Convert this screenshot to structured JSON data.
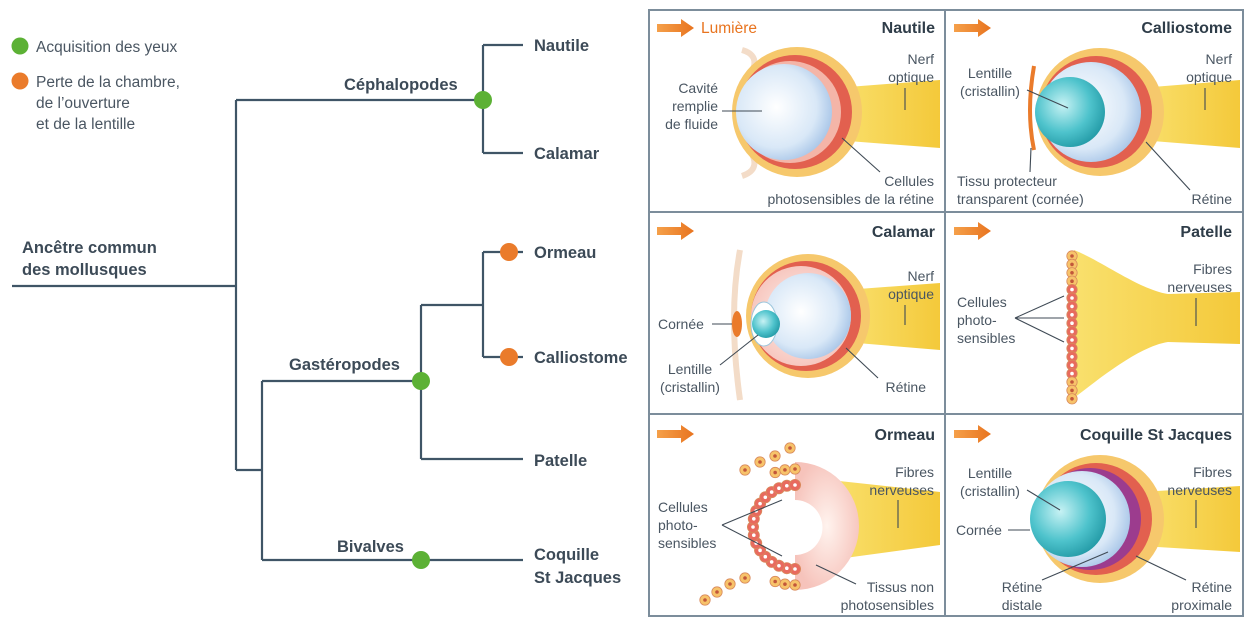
{
  "legend": {
    "acquisition": "Acquisition des yeux",
    "loss": [
      "Perte de la chambre,",
      "de l’ouverture",
      "et de la lentille"
    ]
  },
  "colors": {
    "acquisition": "#5cb135",
    "loss": "#ea7b2b",
    "branch": "#3f5566"
  },
  "tree": {
    "root": [
      "Ancêtre commun",
      "des mollusques"
    ],
    "groups": {
      "cephalopodes": "Céphalopodes",
      "gasteropodes": "Gastéropodes",
      "bivalves": "Bivalves"
    },
    "leaves": {
      "nautile": "Nautile",
      "calamar": "Calamar",
      "ormeau": "Ormeau",
      "calliostome": "Calliostome",
      "patelle": "Patelle",
      "coquille": [
        "Coquille",
        "St Jacques"
      ]
    }
  },
  "panels": {
    "nautile": {
      "title": "Nautile",
      "light": "Lumière",
      "labels": {
        "cavite": [
          "Cavité",
          "remplie",
          "de fluide"
        ],
        "nerf": [
          "Nerf",
          "optique"
        ],
        "cellules": [
          "Cellules",
          "photosensibles de la rétine"
        ]
      }
    },
    "calliostome": {
      "title": "Calliostome",
      "labels": {
        "lentille": [
          "Lentille",
          "(cristallin)"
        ],
        "nerf": [
          "Nerf",
          "optique"
        ],
        "tissu": [
          "Tissu protecteur",
          "transparent (cornée)"
        ],
        "retine": "Rétine"
      }
    },
    "calamar": {
      "title": "Calamar",
      "labels": {
        "nerf": [
          "Nerf",
          "optique"
        ],
        "cornee": "Cornée",
        "lentille": [
          "Lentille",
          "(cristallin)"
        ],
        "retine": "Rétine"
      }
    },
    "patelle": {
      "title": "Patelle",
      "labels": {
        "fibres": [
          "Fibres",
          "nerveuses"
        ],
        "cellules": [
          "Cellules",
          "photo-",
          "sensibles"
        ]
      }
    },
    "ormeau": {
      "title": "Ormeau",
      "labels": {
        "fibres": [
          "Fibres",
          "nerveuses"
        ],
        "cellules": [
          "Cellules",
          "photo-",
          "sensibles"
        ],
        "tissus": [
          "Tissus non",
          "photosensibles"
        ]
      }
    },
    "coquille": {
      "title": "Coquille St Jacques",
      "labels": {
        "lentille": [
          "Lentille",
          "(cristallin)"
        ],
        "fibres": [
          "Fibres",
          "nerveuses"
        ],
        "cornee": "Cornée",
        "retine_distale": [
          "Rétine",
          "distale"
        ],
        "retine_proximale": [
          "Rétine",
          "proximale"
        ]
      }
    }
  }
}
